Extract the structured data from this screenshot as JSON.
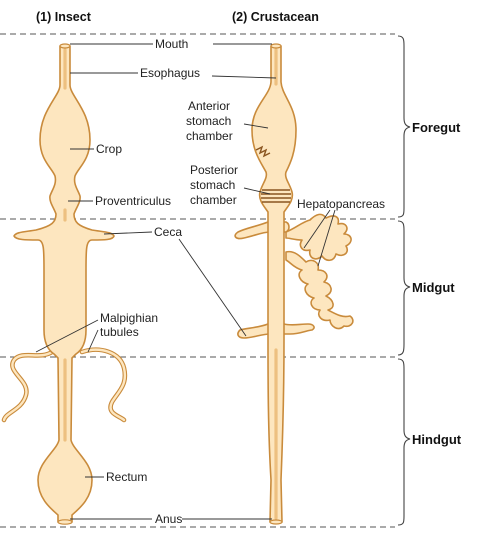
{
  "headers": {
    "insect": "(1) Insect",
    "crustacean": "(2) Crustacean"
  },
  "labels": {
    "mouth": "Mouth",
    "esophagus": "Esophagus",
    "crop": "Crop",
    "proventriculus": "Proventriculus",
    "ceca": "Ceca",
    "malpighian_1": "Malpighian",
    "malpighian_2": "tubules",
    "rectum": "Rectum",
    "anus": "Anus",
    "anterior_1": "Anterior",
    "anterior_2": "stomach",
    "anterior_3": "chamber",
    "posterior_1": "Posterior",
    "posterior_2": "stomach",
    "posterior_3": "chamber",
    "hepatopancreas": "Hepatopancreas"
  },
  "regions": {
    "foregut": "Foregut",
    "midgut": "Midgut",
    "hindgut": "Hindgut"
  }
}
